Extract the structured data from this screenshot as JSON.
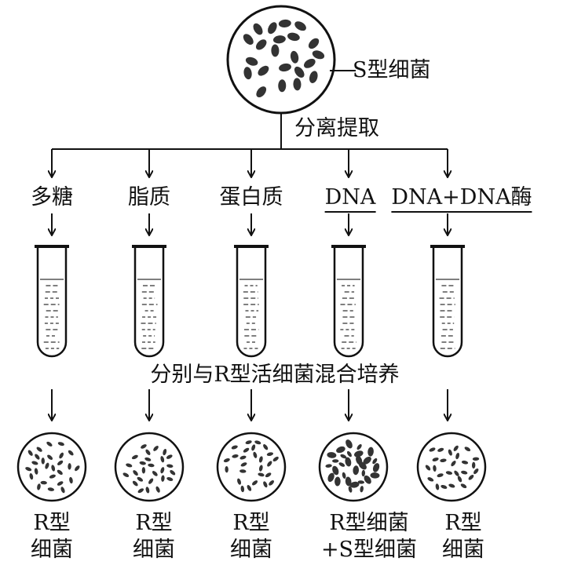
{
  "source_label": "S型细菌",
  "extract_label": "分离提取",
  "components": [
    "多糖",
    "脂质",
    "蛋白质",
    "DNA",
    "DNA+DNA酶"
  ],
  "mix_label": "分别与R型活细菌混合培养",
  "results": [
    {
      "line1": "R型",
      "line2": "细菌"
    },
    {
      "line1": "R型",
      "line2": "细菌"
    },
    {
      "line1": "R型",
      "line2": "细菌"
    },
    {
      "line1": "R型细菌",
      "line2": "+S型细菌"
    },
    {
      "line1": "R型",
      "line2": "细菌"
    }
  ],
  "colors": {
    "line": "#111111",
    "bacteria": "#333333"
  },
  "icons": {
    "arrow": "arrow-down-icon",
    "tube": "test-tube-icon",
    "dish": "petri-dish-icon"
  }
}
